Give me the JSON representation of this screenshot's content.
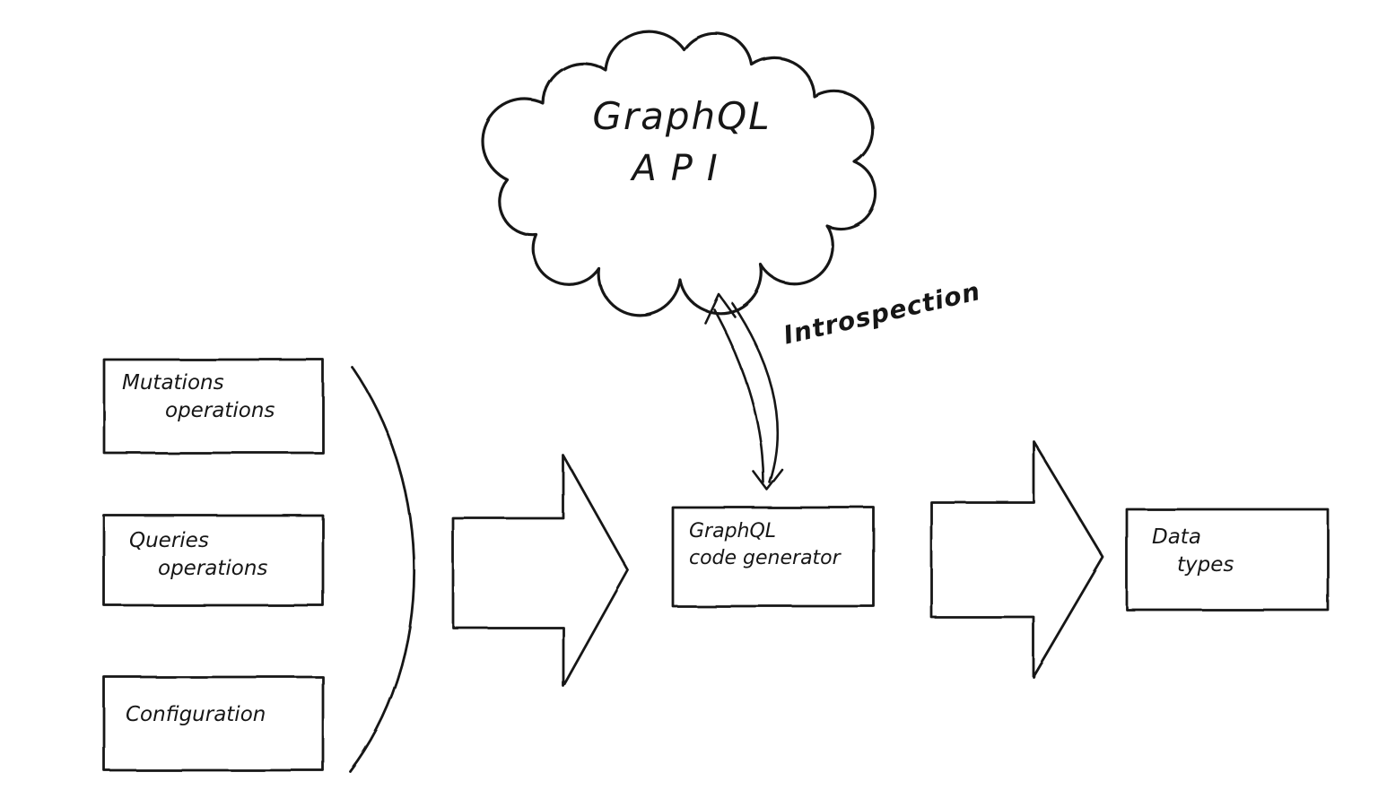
{
  "page": {
    "background": "#ffffff",
    "ink": "#161616"
  },
  "cloud": {
    "line1": "GraphQL",
    "line2": "API"
  },
  "input_boxes": [
    {
      "line1": "Mutations",
      "line2": "operations"
    },
    {
      "line1": "Queries",
      "line2": "operations"
    },
    {
      "line1": "Configuration",
      "line2": ""
    }
  ],
  "generator_box": {
    "line1": "GraphQL",
    "line2": "code generator"
  },
  "output_box": {
    "line1": "Data",
    "line2": "types"
  },
  "introspection": {
    "label": "Introspection"
  }
}
